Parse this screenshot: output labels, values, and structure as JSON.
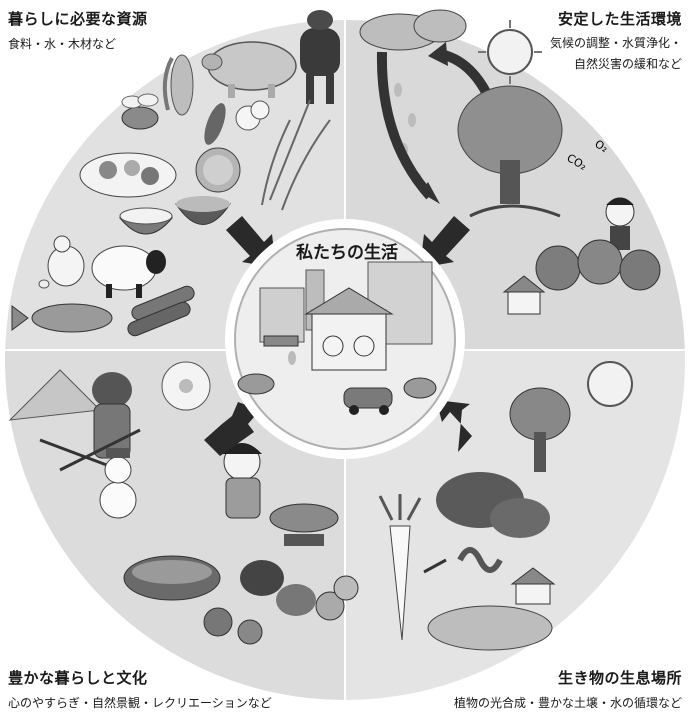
{
  "center": {
    "title": "私たちの生活"
  },
  "quadrants": {
    "top_left": {
      "title": "暮らしに必要な資源",
      "subtitle": "食料・水・木材など"
    },
    "top_right": {
      "title": "安定した生活環境",
      "line1": "気候の調整・水質浄化・",
      "line2": "自然災害の緩和など"
    },
    "bottom_left": {
      "title": "豊かな暮らしと文化",
      "subtitle": "心のやすらぎ・自然景観・レクリエーションなど"
    },
    "bottom_right": {
      "title": "生き物の生息場所",
      "subtitle": "植物の光合成・豊かな土壌・水の循環など"
    }
  },
  "labels": {
    "o2": "O₂",
    "co2": "CO₂"
  }
}
